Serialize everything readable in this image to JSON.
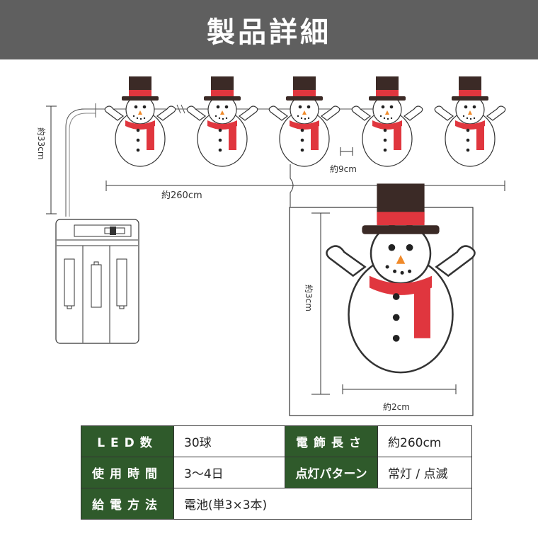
{
  "header": {
    "title": "製品詳細"
  },
  "colors": {
    "header_bg": "#5f5f5f",
    "label_bg": "#2f5a2b",
    "scarf": "#e0363e",
    "hat": "#3b2a26",
    "nose": "#f08a2a"
  },
  "dimensions": {
    "cord_length": "約33cm",
    "total_length": "約260cm",
    "spacing": "約9cm",
    "light_height": "約3cm",
    "light_width": "約2cm"
  },
  "specs": {
    "led_label": "LED数",
    "led_value": "30球",
    "length_label": "電飾長さ",
    "length_value": "約260cm",
    "usage_label": "使用時間",
    "usage_value": "3〜4日",
    "pattern_label": "点灯パターン",
    "pattern_value": "常灯 / 点滅",
    "power_label": "給電方法",
    "power_value": "電池(単3×3本)"
  }
}
